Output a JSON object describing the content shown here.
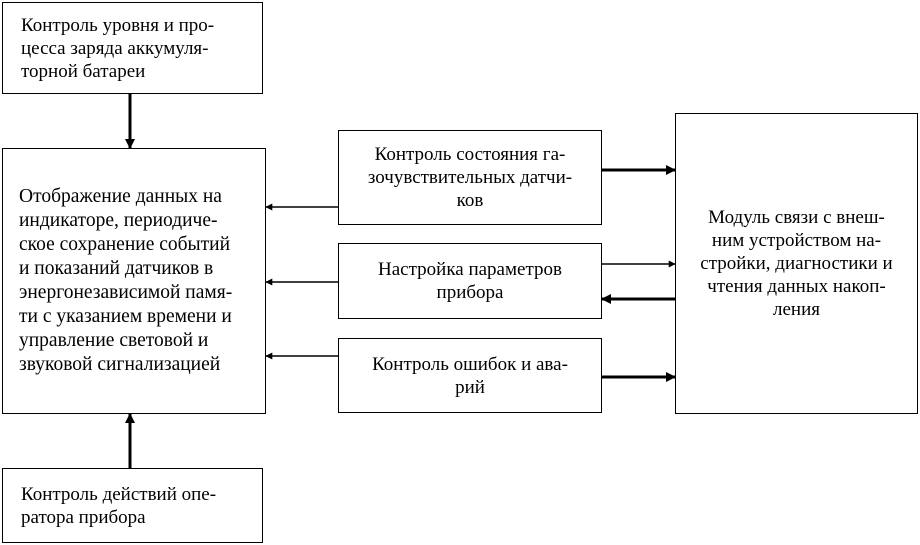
{
  "diagram": {
    "boxes": {
      "battery": "Контроль уровня и про-\nцесса заряда аккумуля-\nторной батареи",
      "display": "Отображение данных на\nиндикаторе, периодиче-\nское сохранение событий\nи показаний датчиков в\nэнергонезависимой памя-\nти с указанием времени и\nуправление световой и\nзвуковой сигнализацией",
      "operator": "Контроль действий опе-\nратора прибора",
      "gas_sensors": "Контроль состояния га-\nзочувствительных датчи-\nков",
      "settings": "Настройка параметров\nприбора",
      "errors": "Контроль ошибок и ава-\nрий",
      "comm_module": "Модуль связи с внеш-\nним устройством на-\nстройки, диагностики и\nчтения данных накоп-\nления"
    },
    "connections": [
      {
        "from": "battery",
        "to": "display"
      },
      {
        "from": "operator",
        "to": "display"
      },
      {
        "from": "gas_sensors",
        "to": "display"
      },
      {
        "from": "settings",
        "to": "display"
      },
      {
        "from": "errors",
        "to": "display"
      },
      {
        "from": "gas_sensors",
        "to": "comm_module"
      },
      {
        "from": "settings",
        "to": "comm_module"
      },
      {
        "from": "comm_module",
        "to": "settings"
      },
      {
        "from": "errors",
        "to": "comm_module"
      }
    ]
  }
}
